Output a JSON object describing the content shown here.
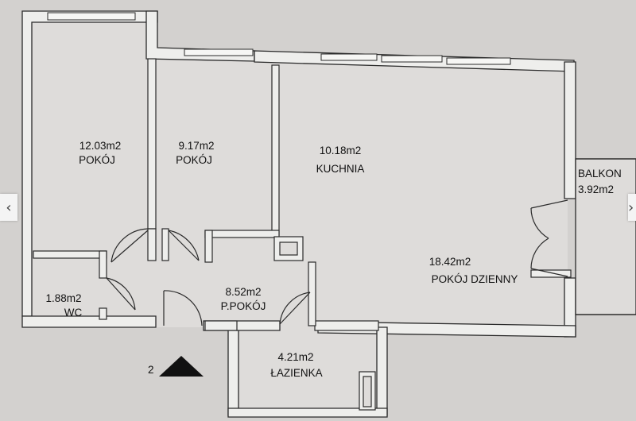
{
  "navigation": {
    "prev_icon": "chevron-left-icon",
    "next_icon": "chevron-right-icon",
    "prev_glyph": "‹",
    "next_glyph": "›"
  },
  "colors": {
    "wall_fill": "#eeeeec",
    "wall_stroke": "#2a2a2a",
    "floor": "#dedcda",
    "background": "#d3d1cf"
  },
  "rooms": [
    {
      "id": "pokoj-1",
      "area": "12.03m2",
      "name": "POKÓJ"
    },
    {
      "id": "pokoj-2",
      "area": "9.17m2",
      "name": "POKÓJ"
    },
    {
      "id": "kuchnia",
      "area": "10.18m2",
      "name": "KUCHNIA"
    },
    {
      "id": "balkon",
      "area": "3.92m2",
      "name": "BALKON"
    },
    {
      "id": "pokoj-dzienny",
      "area": "18.42m2",
      "name": "POKÓJ DZIENNY"
    },
    {
      "id": "wc",
      "area": "1.88m2",
      "name": "WC"
    },
    {
      "id": "p-pokoj",
      "area": "8.52m2",
      "name": "P.POKÓJ"
    },
    {
      "id": "lazienka",
      "area": "4.21m2",
      "name": "ŁAZIENKA"
    }
  ],
  "floor_marker": {
    "number": "2"
  }
}
